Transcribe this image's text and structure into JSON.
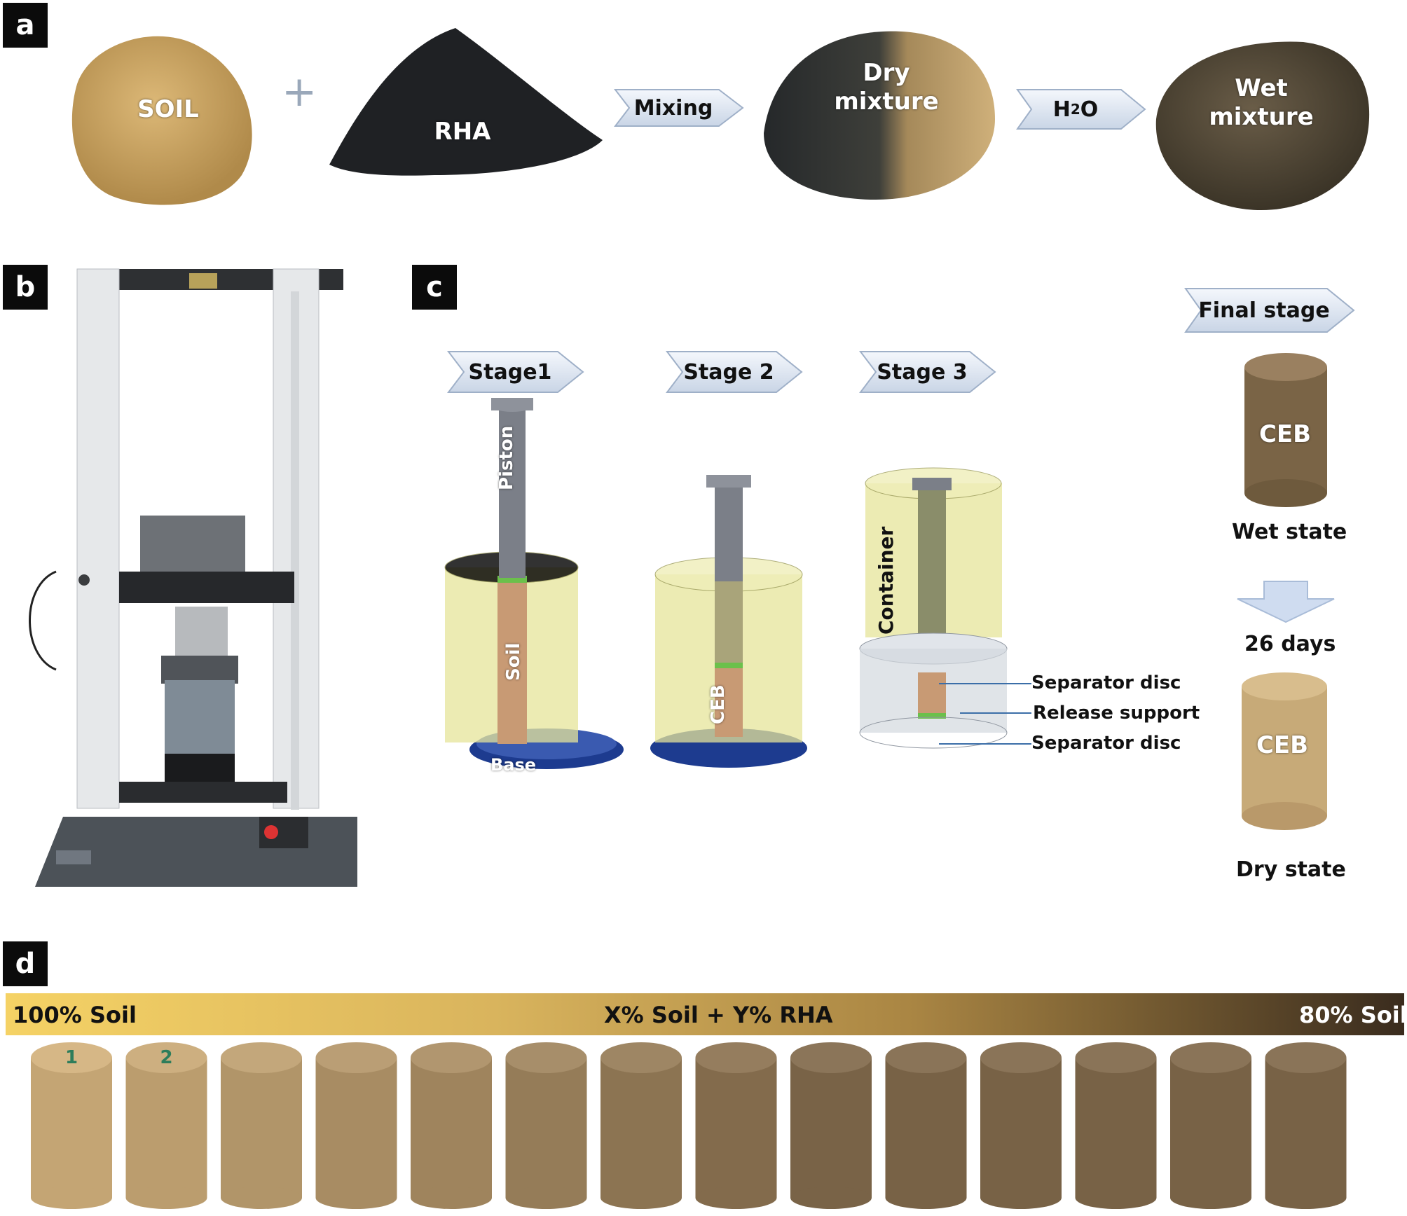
{
  "panels": {
    "a": "a",
    "b": "b",
    "c": "c",
    "d": "d"
  },
  "panel_a": {
    "soil": "SOIL",
    "plus": "+",
    "rha": "RHA",
    "mixing": "Mixing",
    "dry": "Dry mixture",
    "h2o_main": "H",
    "h2o_sub": "2",
    "h2o_end": "O",
    "wet": "Wet mixture"
  },
  "panel_c": {
    "stage1": "Stage1",
    "stage2": "Stage 2",
    "stage3": "Stage 3",
    "final": "Final stage",
    "piston": "Piston",
    "soil": "Soil",
    "base": "Base",
    "ceb": "CEB",
    "container": "Container",
    "separator_top": "Separator disc",
    "release": "Release support",
    "separator_bottom": "Separator disc",
    "ceb_wet": "CEB",
    "wet_state": "Wet state",
    "days": "26 days",
    "ceb_dry": "CEB",
    "dry_state": "Dry state"
  },
  "panel_d": {
    "left": "100% Soil",
    "middle": "X% Soil + Y% RHA",
    "right": "80% Soil",
    "samples": [
      "1",
      "2",
      "",
      "",
      "",
      "",
      "",
      "",
      "",
      "",
      "",
      "",
      "",
      ""
    ]
  },
  "colors": {
    "soil": "#c9a561",
    "rha": "#1e1f22",
    "container": "#e6e49a",
    "base": "#1d3b8f",
    "gradient_start": "#f5d265",
    "gradient_end": "#3a2c1e"
  }
}
